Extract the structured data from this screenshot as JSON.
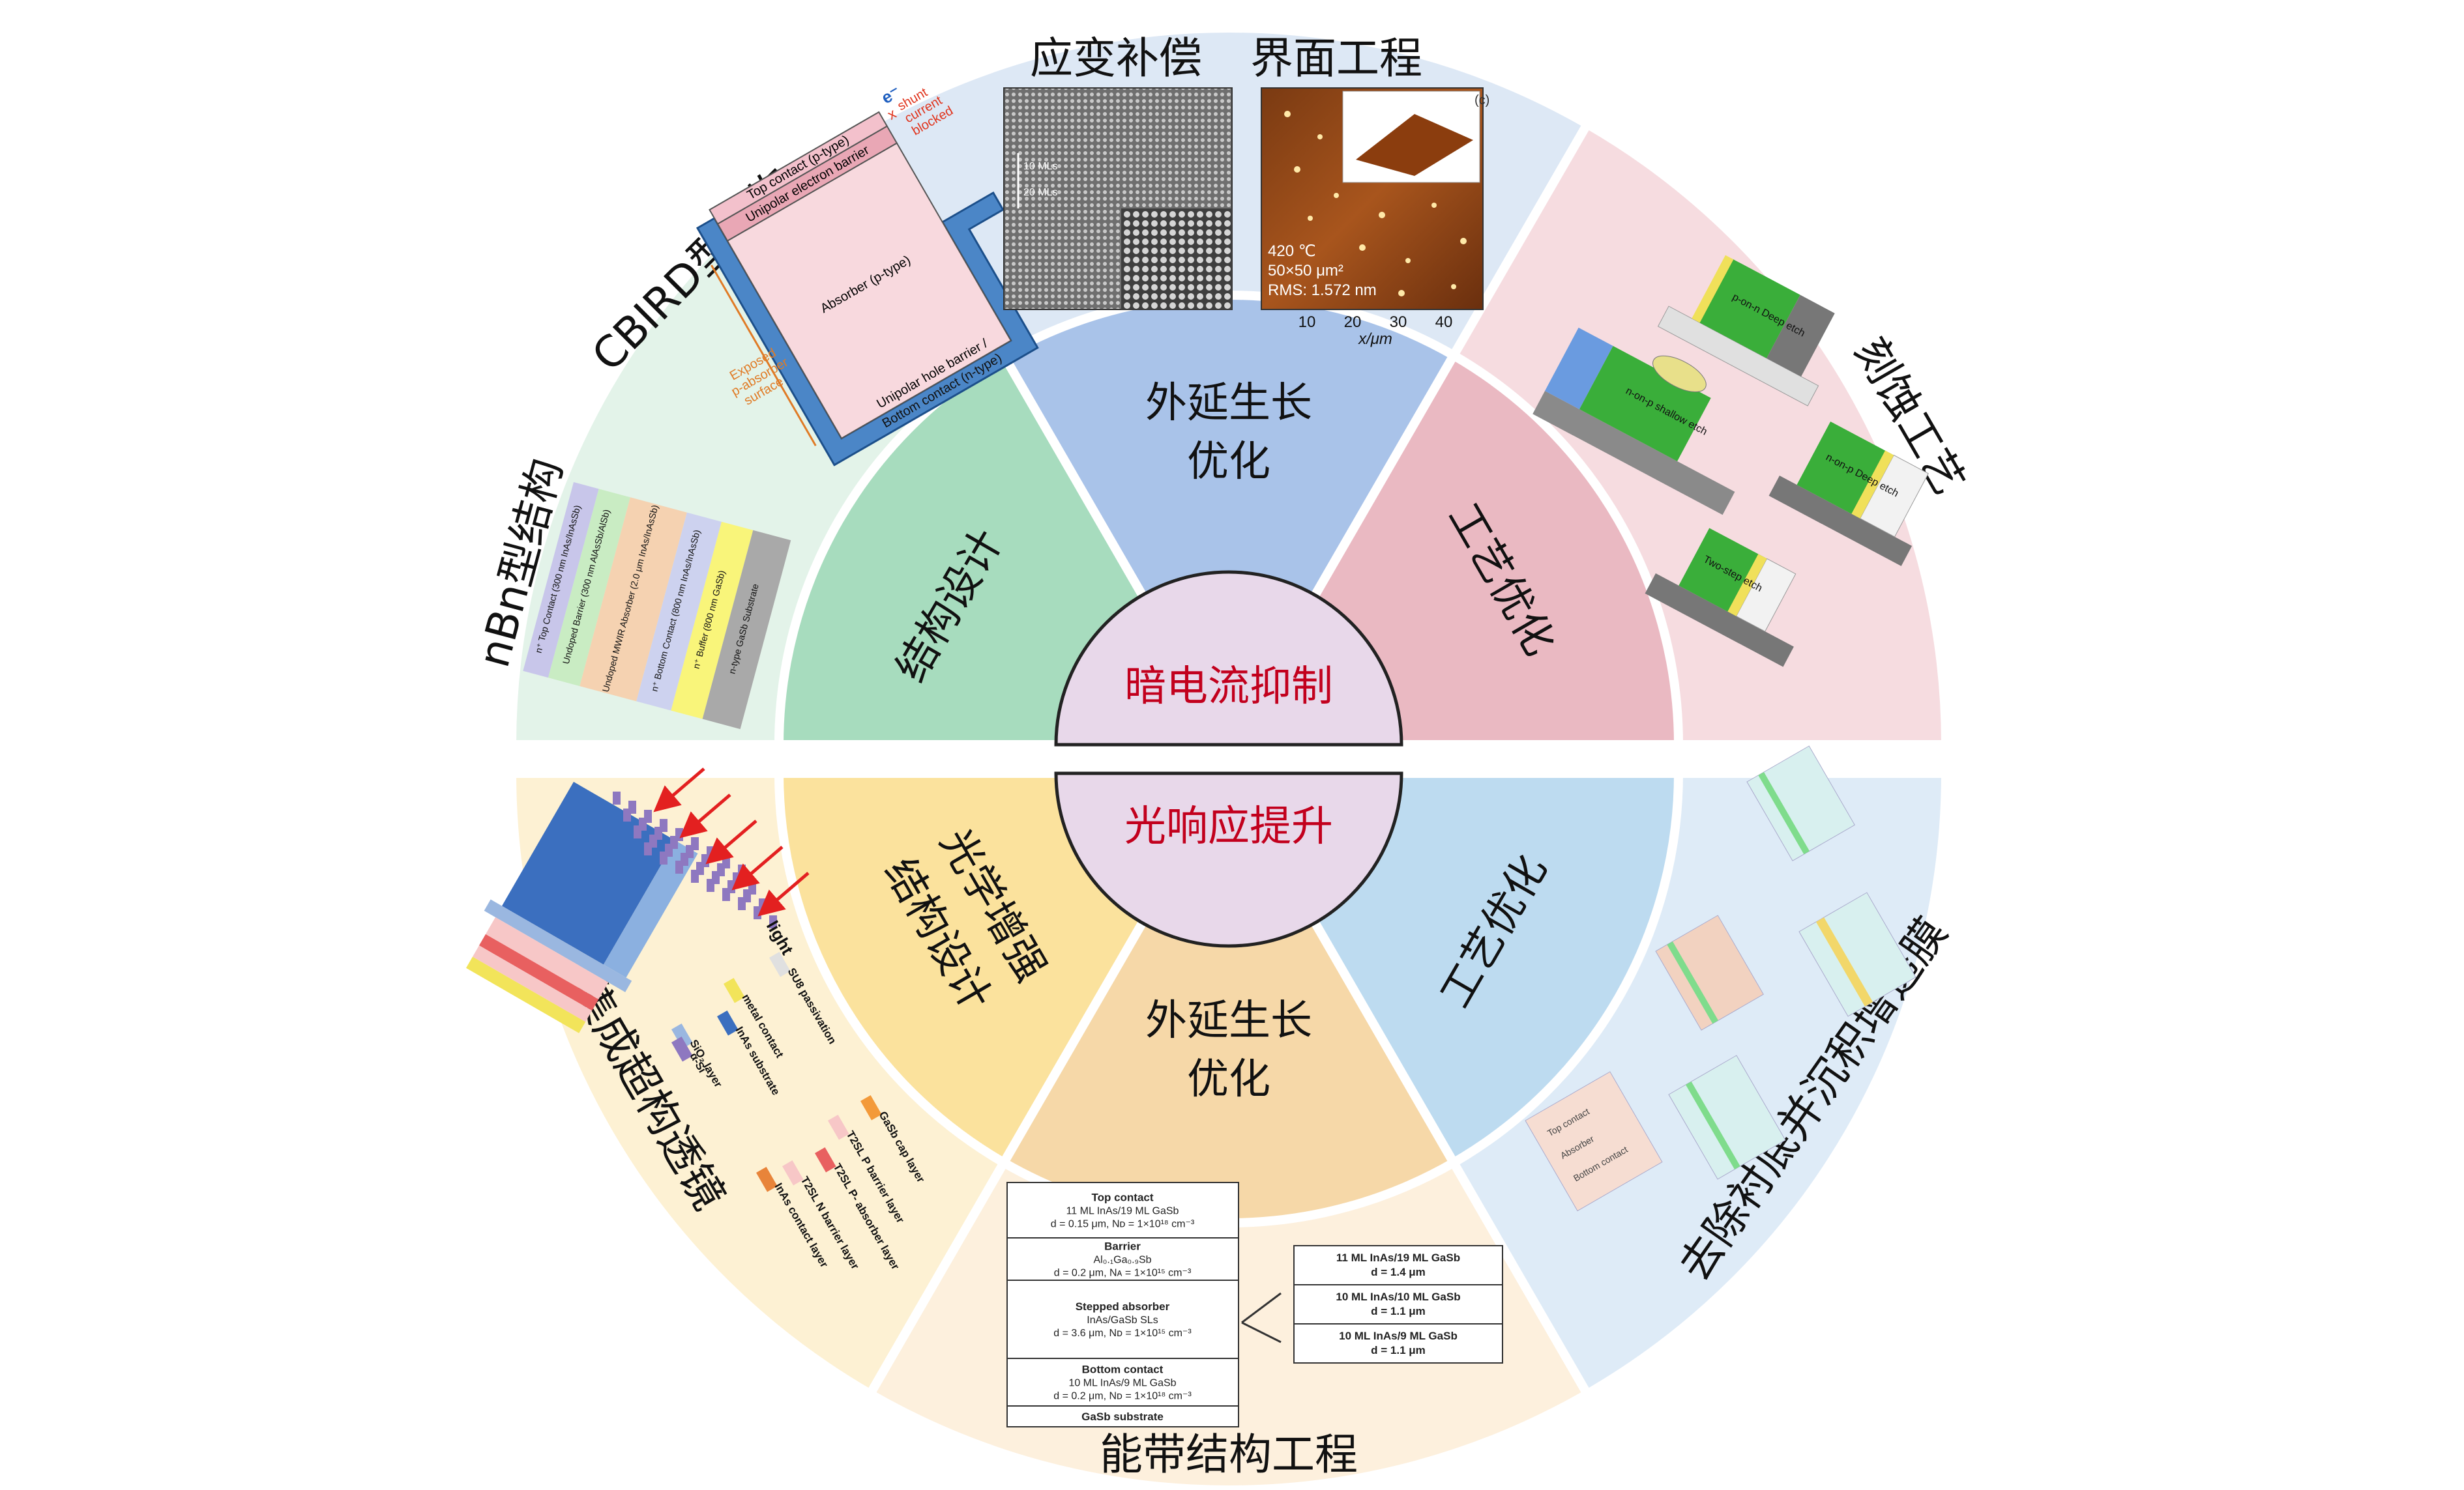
{
  "colors": {
    "green_outer": "#e3f3e9",
    "green_inner": "#a7dcbe",
    "blue_outer": "#dde8f5",
    "blue_inner": "#a9c3e9",
    "pink_outer": "#f6dce0",
    "pink_inner": "#eab9c2",
    "yellow_outer": "#fdf1d3",
    "yellow_inner": "#fbe29d",
    "orange_outer": "#fdf0dd",
    "orange_inner": "#f6d8a8",
    "lightblue_outer": "#deebf7",
    "lightblue_inner": "#bddbf0",
    "center_fill": "#e8d8ea",
    "center_text": "#c2001d"
  },
  "center": {
    "top": "暗电流抑制",
    "bottom": "光响应提升"
  },
  "inner": {
    "structure_design": "结构设计",
    "epitaxy_top_line1": "外延生长",
    "epitaxy_top_line2": "优化",
    "process_top": "工艺优化",
    "optical_line1": "光学增强",
    "optical_line2": "结构设计",
    "epitaxy_bottom_line1": "外延生长",
    "epitaxy_bottom_line2": "优化",
    "process_bottom": "工艺优化"
  },
  "outer": {
    "nbn": "nBn型结构",
    "cbird": "CBIRD型结构",
    "strain": "应变补偿",
    "interface": "界面工程",
    "etching": "刻蚀工艺",
    "lens": "集成超构透镜",
    "band": "能带结构工程",
    "substrate": "去除衬底并沉积增透膜"
  },
  "cbird_figure": {
    "top_contact": "Top contact (p-type)",
    "electron_barrier": "Unipolar electron barrier",
    "absorber": "Absorber (p-type)",
    "hole_barrier": "Unipolar hole barrier /",
    "bottom_contact": "Bottom contact (n-type)",
    "shunt1": "shunt",
    "shunt2": "current",
    "shunt3": "blocked",
    "exposed1": "Exposed",
    "exposed2": "p-absorber",
    "exposed3": "surface",
    "electron": "e⁻",
    "blocked_mark": "x"
  },
  "nbn_layers": [
    "n⁺ Top Contact (300 nm InAs/InAsSb)",
    "Undoped Barrier (300 nm AlAsSb/AlSb)",
    "Undoped MWIR Absorber (2.0 μm InAs/InAsSb)",
    "n⁺ Bottom Contact (800 nm InAs/InAsSb)",
    "n⁺ Buffer (800 nm GaSb)",
    "n-type GaSb Substrate"
  ],
  "tem": {
    "label1": "10 MLs",
    "label2": "20 MLs"
  },
  "afm": {
    "panel": "(c)",
    "line1": "420 ℃",
    "line2": "50×50 μm²",
    "line3": "RMS: 1.572 nm",
    "ticks": [
      "10",
      "20",
      "30",
      "40"
    ],
    "axis": "x/μm"
  },
  "etch_blocks": [
    "n-on-p shallow etch",
    "p-on-n Deep etch",
    "n-on-p Deep etch",
    "Two-step etch"
  ],
  "lens_legend": [
    "SU8 passivation",
    "metal contact",
    "InAs substrate",
    "SiO₂ layer",
    "α-Si",
    "GaSb cap layer",
    "T2SL P barrier layer",
    "T2SL P- absorber layer",
    "T2SL N barrier layer",
    "InAs contact layer"
  ],
  "lens_light": "light",
  "band_table": {
    "left": [
      {
        "t1": "Top contact",
        "t2": "11 ML InAs/19 ML GaSb",
        "t3": "d = 0.15 μm, Nᴅ = 1×10¹⁸ cm⁻³"
      },
      {
        "t1": "Barrier",
        "t2": "Al₀.₁Ga₀.₉Sb",
        "t3": "d = 0.2 μm, Nᴀ = 1×10¹⁵ cm⁻³"
      },
      {
        "t1": "Stepped absorber",
        "t2": "InAs/GaSb SLs",
        "t3": "d = 3.6 μm, Nᴅ = 1×10¹⁵ cm⁻³"
      },
      {
        "t1": "Bottom contact",
        "t2": "10 ML InAs/9 ML GaSb",
        "t3": "d = 0.2 μm, Nᴅ = 1×10¹⁸ cm⁻³"
      },
      {
        "t1": "GaSb substrate",
        "t2": "",
        "t3": ""
      }
    ],
    "right": [
      {
        "t1": "11 ML InAs/19 ML GaSb",
        "t2": "d = 1.4 μm"
      },
      {
        "t1": "10 ML InAs/10 ML GaSb",
        "t2": "d = 1.1 μm"
      },
      {
        "t1": "10 ML InAs/9 ML GaSb",
        "t2": "d = 1.1 μm"
      }
    ]
  },
  "substrate_labels": [
    "Top contact",
    "Absorber",
    "Bottom contact"
  ]
}
